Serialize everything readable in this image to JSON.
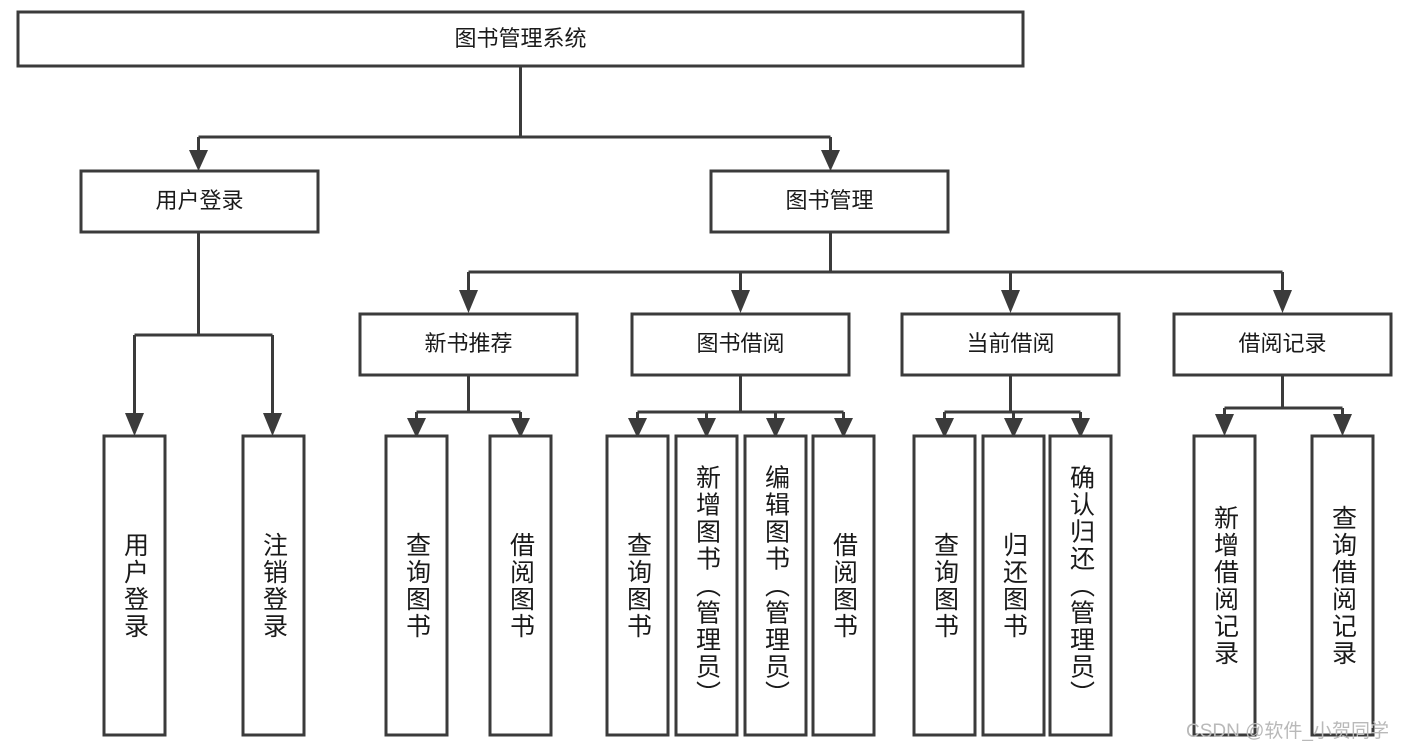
{
  "diagram": {
    "type": "tree-hierarchy-chart",
    "title": "图书管理系统",
    "colors": {
      "background": "#ffffff",
      "box_stroke": "#3b3b3b",
      "box_fill": "#ffffff",
      "edge": "#3b3b3b",
      "text": "#1a1a1a",
      "watermark": "#b9b9b9"
    },
    "nodes": {
      "root": {
        "label": "图书管理系统",
        "orientation": "horizontal"
      },
      "level2": [
        {
          "id": "user-login",
          "label": "用户登录",
          "orientation": "horizontal"
        },
        {
          "id": "book-management",
          "label": "图书管理",
          "orientation": "horizontal"
        }
      ],
      "level3": [
        {
          "id": "new-book-recommend",
          "label": "新书推荐",
          "orientation": "horizontal"
        },
        {
          "id": "book-borrow",
          "label": "图书借阅",
          "orientation": "horizontal"
        },
        {
          "id": "current-borrow",
          "label": "当前借阅",
          "orientation": "horizontal"
        },
        {
          "id": "borrow-record",
          "label": "借阅记录",
          "orientation": "horizontal"
        }
      ],
      "leaves": {
        "user-login": [
          {
            "id": "leaf-user-login",
            "label": "用户登录",
            "orientation": "vertical"
          },
          {
            "id": "leaf-user-logout",
            "label": "注销登录",
            "orientation": "vertical"
          }
        ],
        "new-book-recommend": [
          {
            "id": "leaf-query-book-1",
            "label": "查询图书",
            "orientation": "vertical"
          },
          {
            "id": "leaf-borrow-book-1",
            "label": "借阅图书",
            "orientation": "vertical"
          }
        ],
        "book-borrow": [
          {
            "id": "leaf-query-book-2",
            "label": "查询图书",
            "orientation": "vertical"
          },
          {
            "id": "leaf-add-book",
            "label": "新增图书（管理员）",
            "orientation": "vertical"
          },
          {
            "id": "leaf-edit-book",
            "label": "编辑图书（管理员）",
            "orientation": "vertical"
          },
          {
            "id": "leaf-borrow-book-2",
            "label": "借阅图书",
            "orientation": "vertical"
          }
        ],
        "current-borrow": [
          {
            "id": "leaf-query-book-3",
            "label": "查询图书",
            "orientation": "vertical"
          },
          {
            "id": "leaf-return-book",
            "label": "归还图书",
            "orientation": "vertical"
          },
          {
            "id": "leaf-confirm-return",
            "label": "确认归还（管理员）",
            "orientation": "vertical"
          }
        ],
        "borrow-record": [
          {
            "id": "leaf-add-borrow-record",
            "label": "新增借阅记录",
            "orientation": "vertical"
          },
          {
            "id": "leaf-query-borrow-record",
            "label": "查询借阅记录",
            "orientation": "vertical"
          }
        ]
      }
    },
    "watermark": "CSDN @软件_小贺同学"
  }
}
